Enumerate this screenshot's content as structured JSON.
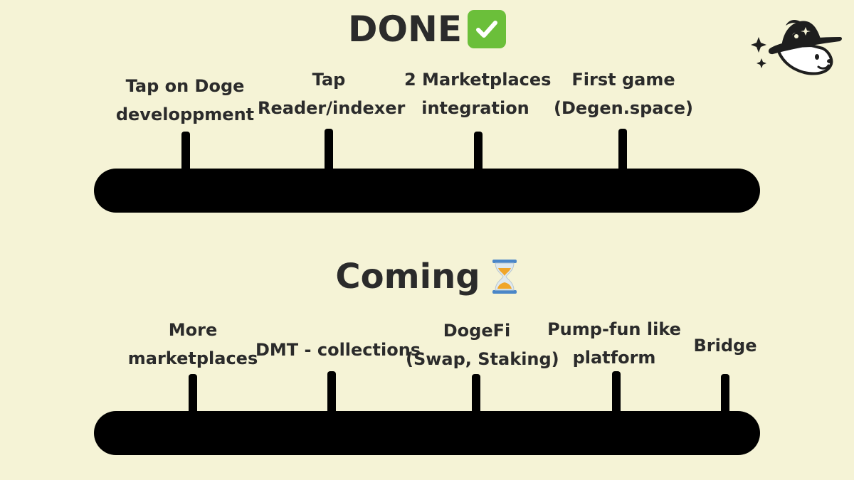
{
  "done": {
    "title": "DONE",
    "icon": "check-mark-icon",
    "milestones": [
      {
        "line1": "Tap on Doge",
        "line2": "developpment"
      },
      {
        "line1": "Tap",
        "line2": "Reader/indexer"
      },
      {
        "line1": "2 Marketplaces",
        "line2": "integration"
      },
      {
        "line1": "First game",
        "line2": "(Degen.space)"
      }
    ]
  },
  "coming": {
    "title": "Coming",
    "icon": "hourglass-icon",
    "milestones": [
      {
        "line1": "More",
        "line2": "marketplaces"
      },
      {
        "line1": "DMT - collections",
        "line2": ""
      },
      {
        "line1": "DogeFi",
        "line2": "(Swap, Staking)"
      },
      {
        "line1": "Pump-fun like",
        "line2": "platform"
      },
      {
        "line1": "Bridge",
        "line2": ""
      }
    ]
  },
  "colors": {
    "background": "#f5f3d6",
    "timeline": "#000000",
    "check_green": "#6bbf3a"
  }
}
